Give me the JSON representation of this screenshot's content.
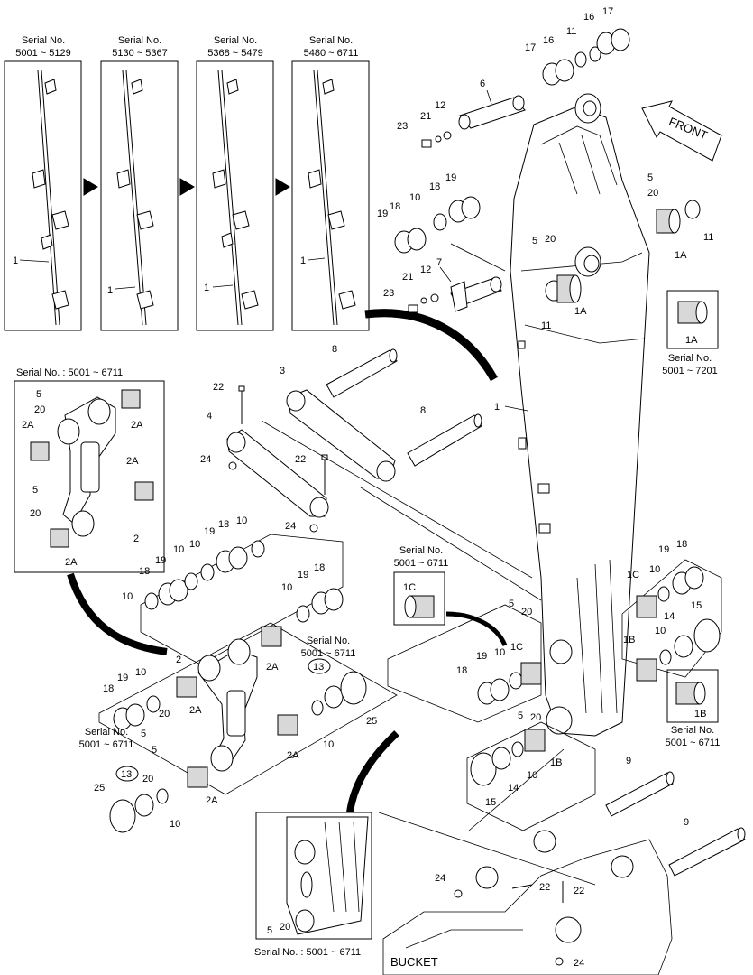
{
  "diagram": {
    "serial_boxes": [
      {
        "title": "Serial No.",
        "range": "5001 ~ 5129"
      },
      {
        "title": "Serial No.",
        "range": "5130 ~ 5367"
      },
      {
        "title": "Serial No.",
        "range": "5368 ~ 5479"
      },
      {
        "title": "Serial No.",
        "range": "5480 ~ 6711"
      }
    ],
    "serial_link_left": "Serial No. : 5001 ~ 6711",
    "serial_bottom": "Serial No. : 5001 ~ 6711",
    "serial_1a": {
      "title": "Serial No.",
      "range": "5001 ~ 7201"
    },
    "serial_1b": {
      "title": "Serial No.",
      "range": "5001 ~ 6711"
    },
    "serial_1c": {
      "title": "Serial No.",
      "range": "5001 ~ 6711"
    },
    "serial_13_right": {
      "title": "Serial No.",
      "range": "5001 ~ 6711"
    },
    "serial_13_left": {
      "title": "Serial No.",
      "range": "5001 ~ 6711"
    },
    "front_label": "FRONT",
    "bucket_label": "BUCKET",
    "callouts": {
      "c1": "1",
      "c1a": "1A",
      "c1b": "1B",
      "c1c": "1C",
      "c2": "2",
      "c2a": "2A",
      "c3": "3",
      "c4": "4",
      "c5": "5",
      "c6": "6",
      "c7": "7",
      "c8": "8",
      "c9": "9",
      "c10": "10",
      "c11": "11",
      "c12": "12",
      "c13": "13",
      "c14": "14",
      "c15": "15",
      "c16": "16",
      "c17": "17",
      "c18": "18",
      "c19": "19",
      "c20": "20",
      "c21": "21",
      "c22": "22",
      "c23": "23",
      "c24": "24",
      "c25": "25"
    }
  }
}
